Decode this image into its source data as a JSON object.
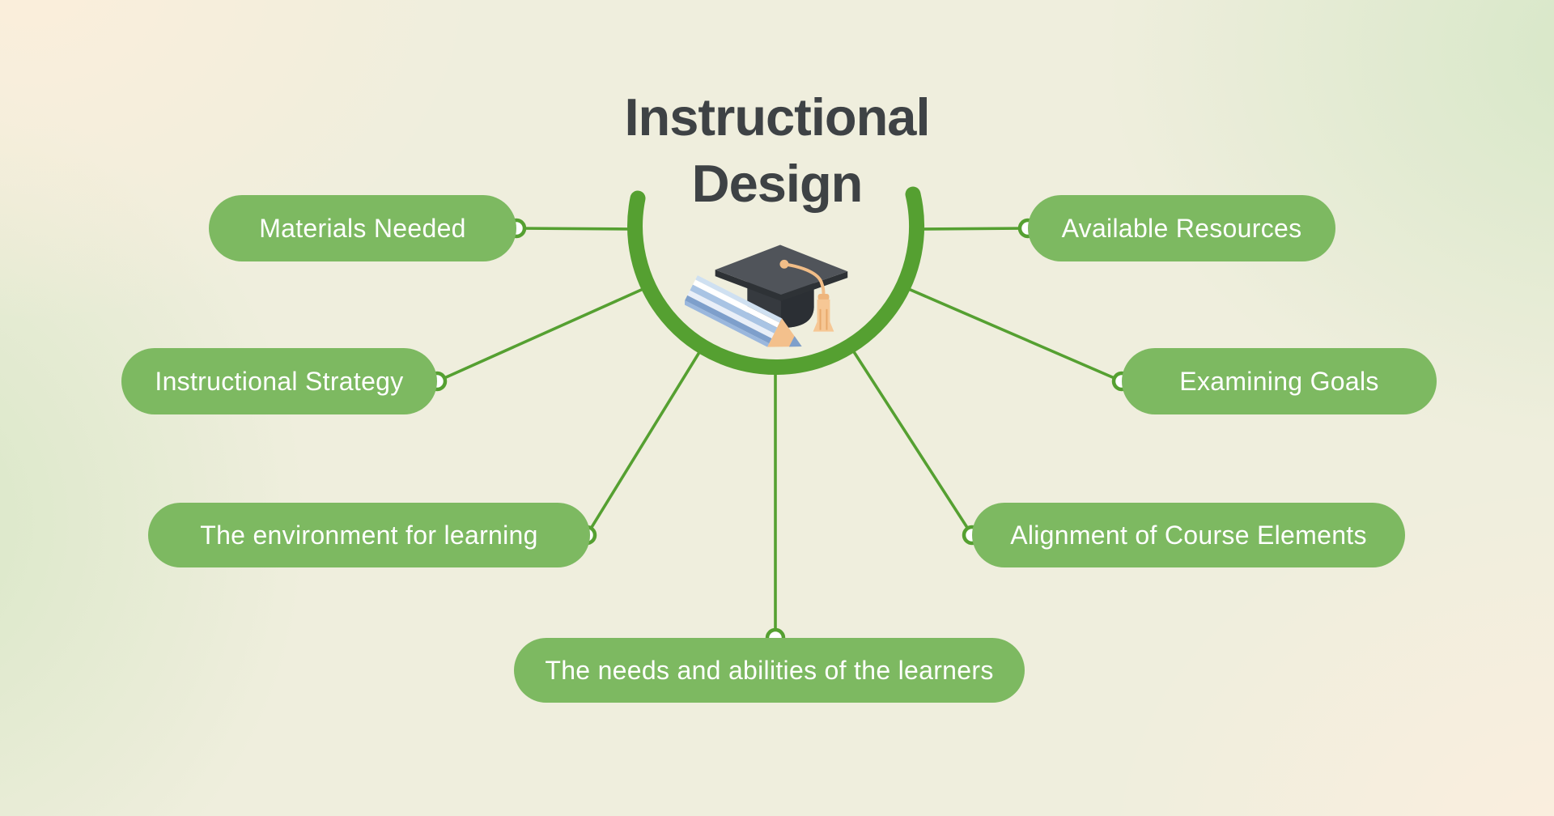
{
  "title": {
    "line1": "Instructional",
    "line2": "Design"
  },
  "center": {
    "icon": "graduation-cap-and-pencil-icon"
  },
  "nodes": [
    {
      "id": "materials-needed",
      "label": "Materials Needed",
      "position": "upper-left"
    },
    {
      "id": "available-resources",
      "label": "Available Resources",
      "position": "upper-right"
    },
    {
      "id": "instructional-strategy",
      "label": "Instructional Strategy",
      "position": "middle-left"
    },
    {
      "id": "examining-goals",
      "label": "Examining Goals",
      "position": "middle-right"
    },
    {
      "id": "environment-for-learning",
      "label": "The environment for learning",
      "position": "lower-left"
    },
    {
      "id": "alignment-course-elements",
      "label": "Alignment of Course Elements",
      "position": "lower-right"
    },
    {
      "id": "needs-abilities-learners",
      "label": "The needs and abilities of the learners",
      "position": "bottom"
    }
  ],
  "colors": {
    "pill_green": "#7db961",
    "stroke_green": "#55a031",
    "title_gray": "#3e4245",
    "background_cream": "#efeedd",
    "background_peach": "#fbeedb",
    "background_green_tint": "#d7e7c5",
    "dot_fill": "#ffffff",
    "cap_dark_gray": "#50545a",
    "tassel_tan": "#f1bd87",
    "pencil_blue": "#7e9fcb"
  }
}
